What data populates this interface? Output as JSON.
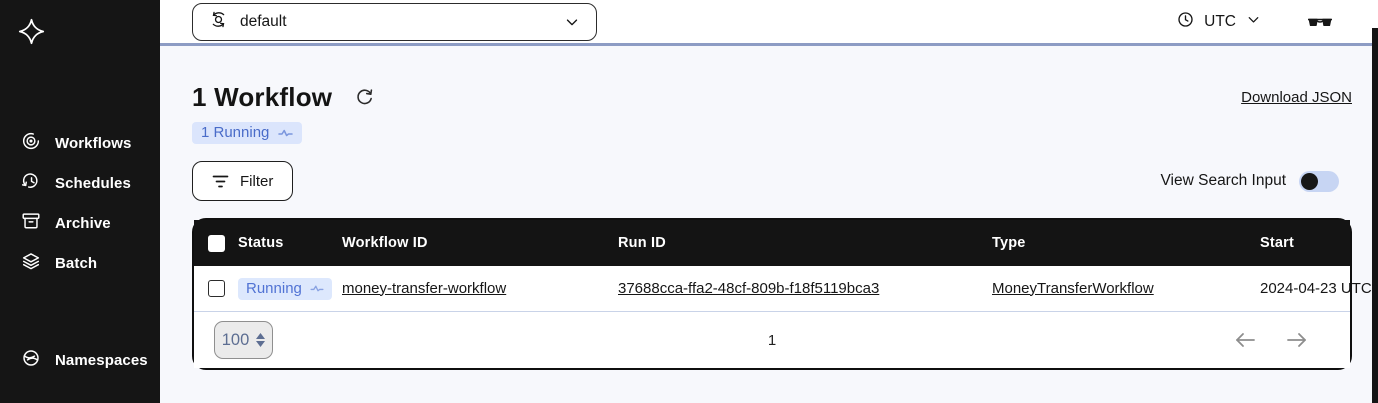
{
  "colors": {
    "sidebar_bg": "#151515",
    "table_header_bg": "#141414",
    "accent_blue": "#4a6cc9",
    "badge_bg": "#dbe5fc",
    "topbar_border": "#8d9cc4",
    "page_bg": "#f7f8fc",
    "toggle_track": "#c7d5f3"
  },
  "sidebar": {
    "nav": [
      {
        "label": "Workflows",
        "icon": "workflows-icon"
      },
      {
        "label": "Schedules",
        "icon": "schedules-icon"
      },
      {
        "label": "Archive",
        "icon": "archive-icon"
      },
      {
        "label": "Batch",
        "icon": "batch-icon"
      }
    ],
    "bottom_nav": [
      {
        "label": "Namespaces",
        "icon": "namespaces-icon"
      }
    ]
  },
  "topbar": {
    "namespace_selector": {
      "value": "default"
    },
    "timezone": {
      "label": "UTC"
    }
  },
  "main": {
    "title": "1 Workflow",
    "status_summary": {
      "label": "1 Running"
    },
    "download_link": "Download JSON",
    "filter_button": "Filter",
    "search_toggle_label": "View Search Input",
    "table": {
      "headers": [
        "Status",
        "Workflow ID",
        "Run ID",
        "Type",
        "Start"
      ],
      "rows": [
        {
          "status": "Running",
          "workflow_id": "money-transfer-workflow",
          "run_id": "37688cca-ffa2-48cf-809b-f18f5119bca3",
          "type": "MoneyTransferWorkflow",
          "start": "2024-04-23 UTC"
        }
      ],
      "pagination": {
        "page_size": "100",
        "current_page": "1"
      }
    }
  }
}
